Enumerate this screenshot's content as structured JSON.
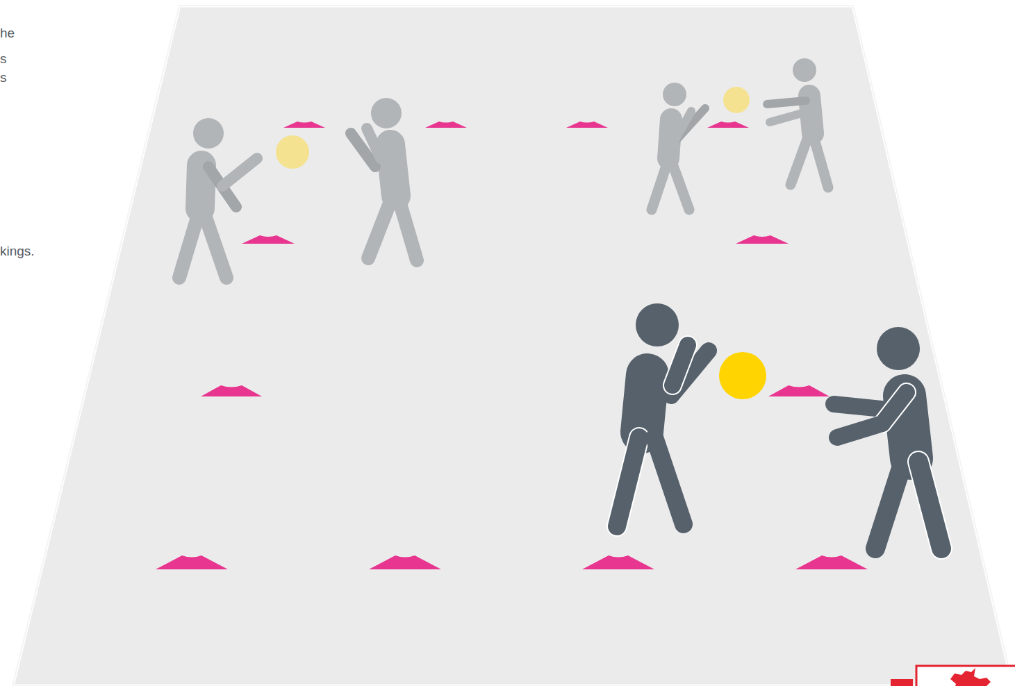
{
  "diagram": {
    "labels": [
      "he",
      "s",
      "s",
      "kings."
    ]
  }
}
